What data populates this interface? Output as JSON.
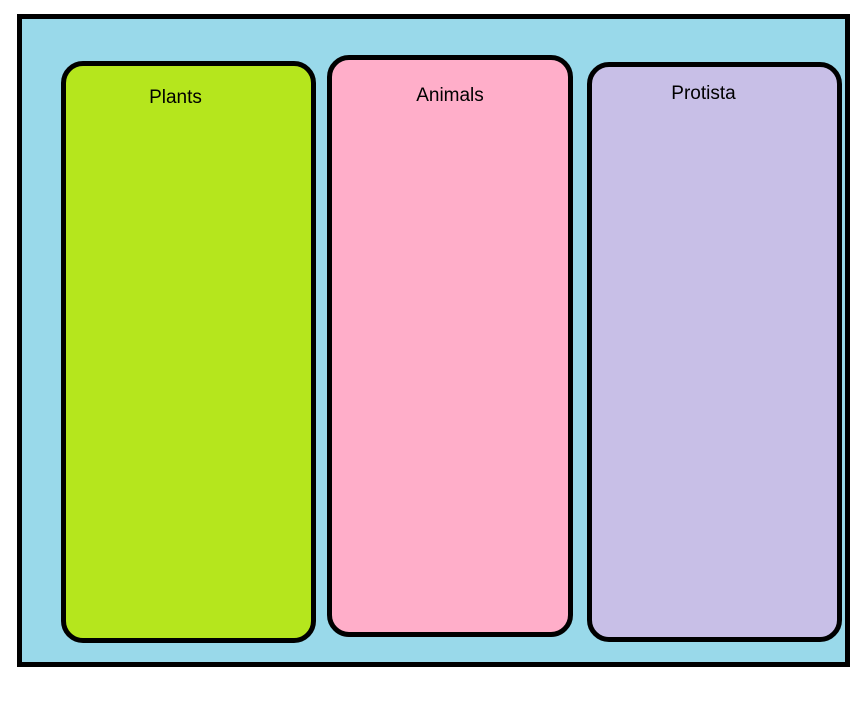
{
  "worksheet": {
    "background_color": "#99D9EA",
    "border_color": "#000000",
    "categories": [
      {
        "id": "plants",
        "label": "Plants",
        "color": "#B5E61D"
      },
      {
        "id": "animals",
        "label": "Animals",
        "color": "#FFAEC9"
      },
      {
        "id": "protista",
        "label": "Protista",
        "color": "#C8BFE7"
      }
    ]
  }
}
